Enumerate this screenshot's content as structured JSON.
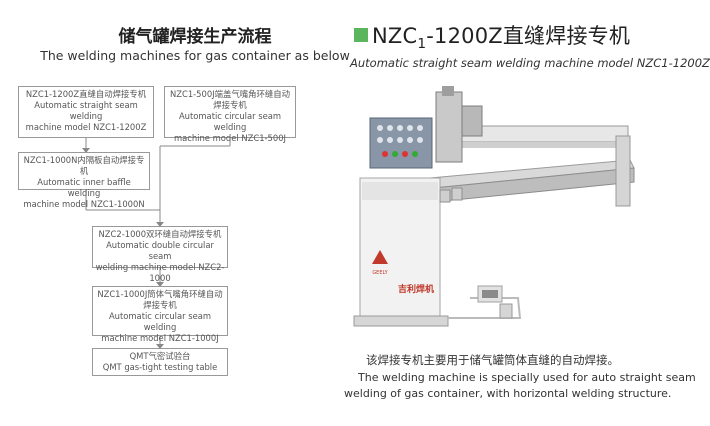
{
  "flowchart": {
    "title_cn": "储气罐焊接生产流程",
    "title_en": "The welding machines for gas container as below",
    "steps": [
      {
        "line1": "NZC1-1200Z直缝自动焊接专机",
        "line2": "Automatic straight seam welding",
        "line3": "machine model NZC1-1200Z"
      },
      {
        "line1": "NZC1-500J端盖气嘴角环缝自动",
        "line2": "焊接专机",
        "line3": "Automatic circular seam welding",
        "line4": "machine model NZC1-500J"
      },
      {
        "line1": "NZC1-1000N内隔板自动焊接专机",
        "line2": "Automatic inner baffle welding",
        "line3": "machine model NZC1-1000N"
      },
      {
        "line1": "NZC2-1000双环缝自动焊接专机",
        "line2": "Automatic double circular seam",
        "line3": "welding machine model NZC2-1000"
      },
      {
        "line1": "NZC1-1000J筒体气嘴角环缝自动",
        "line2": "焊接专机",
        "line3": "Automatic circular seam welding",
        "line4": "machine model NZC1-1000J"
      },
      {
        "line1": "QMT气密试验台",
        "line2": "QMT gas-tight testing table"
      }
    ]
  },
  "product": {
    "title_cn": "直缝焊接专机",
    "subtitle": "Automatic straight seam welding machine model NZC1-1200Z",
    "brand_cn": "吉利焊机",
    "description_cn": "该焊接专机主要用于储气罐筒体直缝的自动焊接。",
    "description_en_1": "The welding machine is specially used for auto straight seam",
    "description_en_2": "welding of gas container, with horizontal welding structure."
  },
  "colors": {
    "accent_green": "#5bb55d",
    "brand_red": "#c0392b"
  }
}
